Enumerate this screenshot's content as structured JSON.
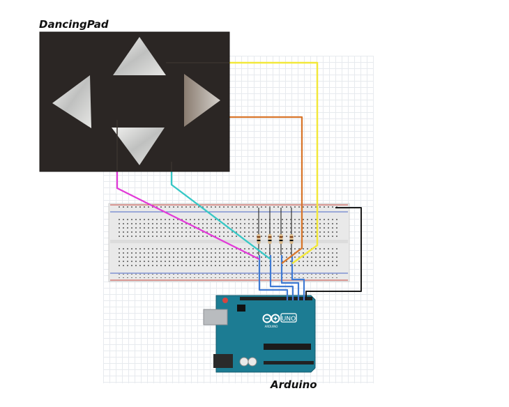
{
  "labels": {
    "pad": "DancingPad",
    "arduino": "Arduino"
  },
  "board": {
    "brand_text": "UNO",
    "sub_text": "ARDUINO"
  },
  "colors": {
    "pad_bg": "#2b2624",
    "arrow_metal": "#d7d8d6",
    "wire_yellow": "#f2e83a",
    "wire_orange": "#d8762b",
    "wire_magenta": "#e23ad8",
    "wire_cyan": "#36c8c6",
    "wire_blue": "#3f7ad4",
    "wire_black": "#1a1a1a",
    "arduino_teal": "#1c7c93",
    "breadboard": "#e9e9e9"
  },
  "components": {
    "pad_arrows": [
      "up",
      "left",
      "right",
      "down"
    ],
    "resistor_count": 4
  }
}
